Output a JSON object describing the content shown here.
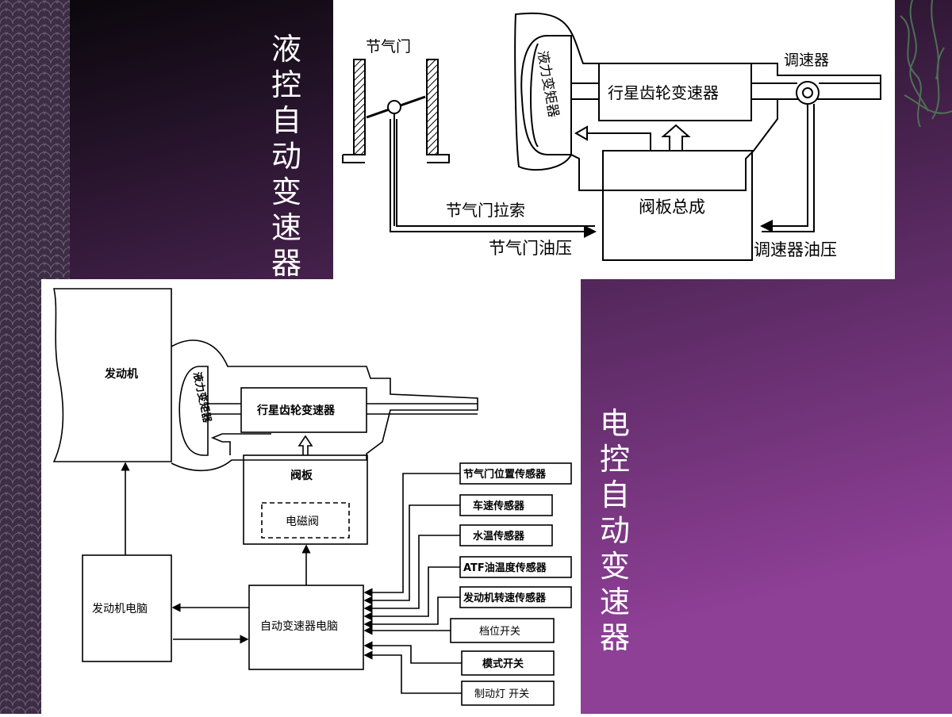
{
  "slide": {
    "colors": {
      "bg_dark": "#0b080c",
      "bg_purple_top": "#2a1630",
      "bg_purple_bottom": "#8a3d92",
      "left_strip": "#6b5a72"
    }
  },
  "titles": {
    "hydraulic": [
      "液",
      "控",
      "自",
      "动",
      "变",
      "速",
      "器"
    ],
    "electronic": [
      "电",
      "控",
      "自",
      "动",
      "变",
      "速",
      "器"
    ]
  },
  "top_diagram": {
    "throttle_label": "节气门",
    "torque_converter_label": "液力变矩器",
    "planetary_label": "行星齿轮变速器",
    "governor_label": "调速器",
    "valve_body_label": "阀板总成",
    "throttle_cable_label": "节气门拉索",
    "throttle_pressure_label": "节气门油压",
    "governor_pressure_label": "调速器油压"
  },
  "bottom_diagram": {
    "engine_label": "发动机",
    "torque_converter_label": "液力变矩器",
    "planetary_label": "行星齿轮变速器",
    "valve_body_label": "阀板",
    "solenoid_label": "电磁阀",
    "engine_ecu_label": "发动机电脑",
    "transmission_ecu_label": "自动变速器电脑",
    "sensors": [
      "节气门位置传感器",
      "车速传感器",
      "水温传感器",
      "ATF油温度传感器",
      "发动机转速传感器",
      "档位开关",
      "模式开关",
      "制动灯 开关"
    ]
  }
}
